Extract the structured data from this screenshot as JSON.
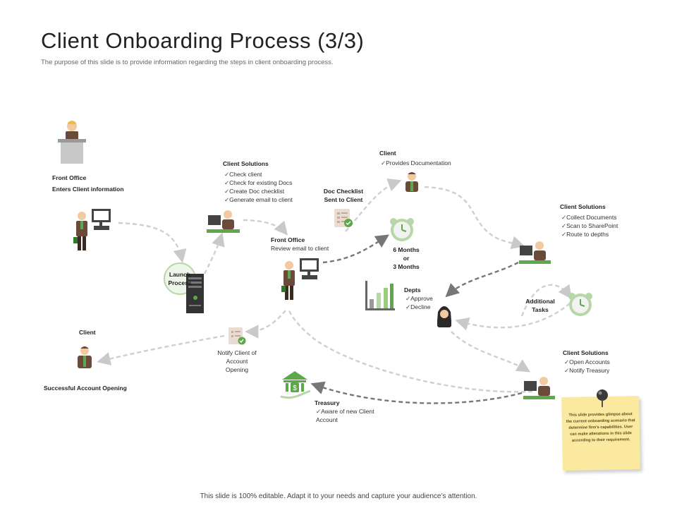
{
  "title": "Client Onboarding Process (3/3)",
  "subtitle": "The purpose of this slide is to provide information regarding the steps in client onboarding process.",
  "footer": "This slide is 100% editable. Adapt it to your needs and capture your audience’s attention.",
  "nodes": {
    "front_office_1": {
      "title": "Front Office",
      "text": "Enters Client information"
    },
    "launch": {
      "label": "Launch Process"
    },
    "client_solutions_1": {
      "title": "Client Solutions",
      "items": [
        "Check client",
        "Check for existing Docs",
        "Create Doc checklist",
        "Generate email to client"
      ]
    },
    "doc_checklist": {
      "label": "Doc Checklist Sent to Client"
    },
    "client_top": {
      "title": "Client",
      "items": [
        "Provides Documentation"
      ]
    },
    "front_office_2": {
      "title": "Front Office",
      "text": "Review email to client"
    },
    "months": {
      "line1": "6 Months",
      "line2": "or",
      "line3": "3 Months"
    },
    "client_solutions_2": {
      "title": "Client Solutions",
      "items": [
        "Collect Documents",
        "Scan to SharePoint",
        "Route to depths"
      ]
    },
    "depts": {
      "title": "Depts",
      "items": [
        "Approve",
        "Decline"
      ]
    },
    "additional_tasks": {
      "label": "Additional Tasks"
    },
    "client_left": {
      "title": "Client",
      "text": "Successful Account Opening"
    },
    "notify": {
      "label": "Notify Client of Account Opening"
    },
    "treasury": {
      "title": "Treasury",
      "items": [
        "Aware of new Client Account"
      ]
    },
    "client_solutions_3": {
      "title": "Client Solutions",
      "items": [
        "Open Accounts",
        "Notify Treasury"
      ]
    }
  },
  "note": "This slide provides glimpse about the current onboarding scenario that determine firm’s capabilities. User can make alterations in this slide according to their requirement.",
  "colors": {
    "skin": "#f3c9a0",
    "suit": "#6b4a3a",
    "green": "#5da84a",
    "monitor": "#444444",
    "clock": "#b7d7a8",
    "arrow": "#c9c9c9",
    "dark_arrow": "#777777",
    "note": "#fbe9a0"
  }
}
